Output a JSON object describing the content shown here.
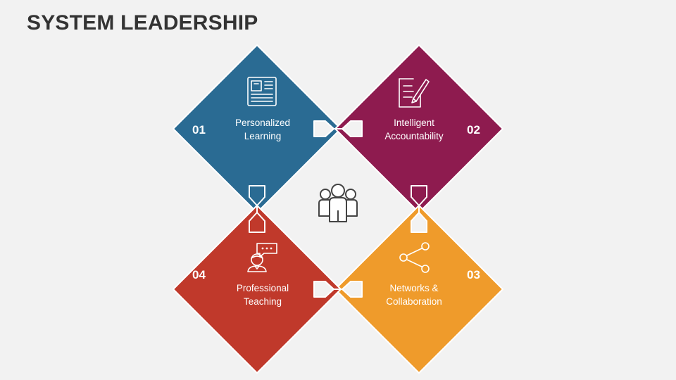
{
  "title": "SYSTEM LEADERSHIP",
  "colors": {
    "background": "#f2f2f2",
    "title": "#333333",
    "piece_01": "#2a6b93",
    "piece_02": "#8e1b4f",
    "piece_03": "#ef9b2b",
    "piece_04": "#c0392b"
  },
  "center_icon": "people-group-icon",
  "pieces": [
    {
      "number": "01",
      "line1": "Personalized",
      "line2": "Learning",
      "icon": "newspaper-icon"
    },
    {
      "number": "02",
      "line1": "Intelligent",
      "line2": "Accountability",
      "icon": "document-pen-icon"
    },
    {
      "number": "03",
      "line1": "Networks &",
      "line2": "Collaboration",
      "icon": "share-icon"
    },
    {
      "number": "04",
      "line1": "Professional",
      "line2": "Teaching",
      "icon": "speaker-person-icon"
    }
  ]
}
